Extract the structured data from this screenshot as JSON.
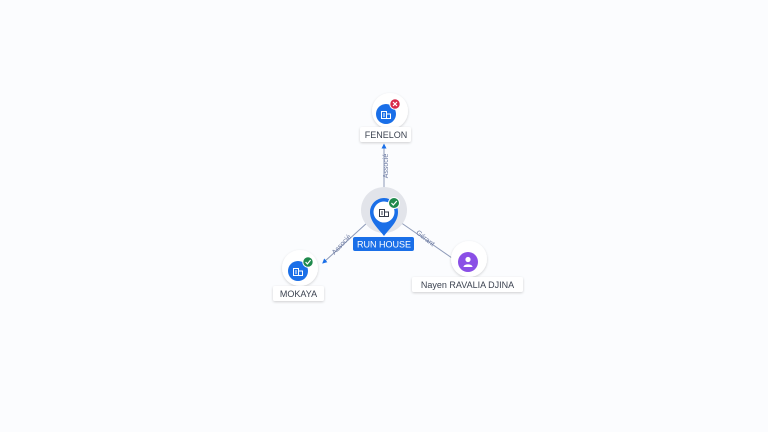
{
  "graph": {
    "center": {
      "label": "RUN HOUSE",
      "icon": "building-icon",
      "status": "active",
      "status_icon": "check-icon"
    },
    "nodes": [
      {
        "id": "fenelon",
        "label": "FENELON",
        "icon": "building-icon",
        "status": "inactive",
        "status_icon": "cross-icon"
      },
      {
        "id": "mokaya",
        "label": "MOKAYA",
        "icon": "building-icon",
        "status": "active",
        "status_icon": "check-icon"
      },
      {
        "id": "nayen",
        "label": "Nayen RAVALIA DJINA",
        "icon": "person-icon"
      }
    ],
    "edges": [
      {
        "to": "fenelon",
        "label": "Associé"
      },
      {
        "to": "mokaya",
        "label": "Associé"
      },
      {
        "to": "nayen",
        "label": "Gérant"
      }
    ]
  },
  "colors": {
    "primary": "#1a6fe8",
    "active_badge": "#1f8a4c",
    "inactive_badge": "#d8294a",
    "person": "#8a4fe6",
    "edge": "#8d9ab8"
  }
}
